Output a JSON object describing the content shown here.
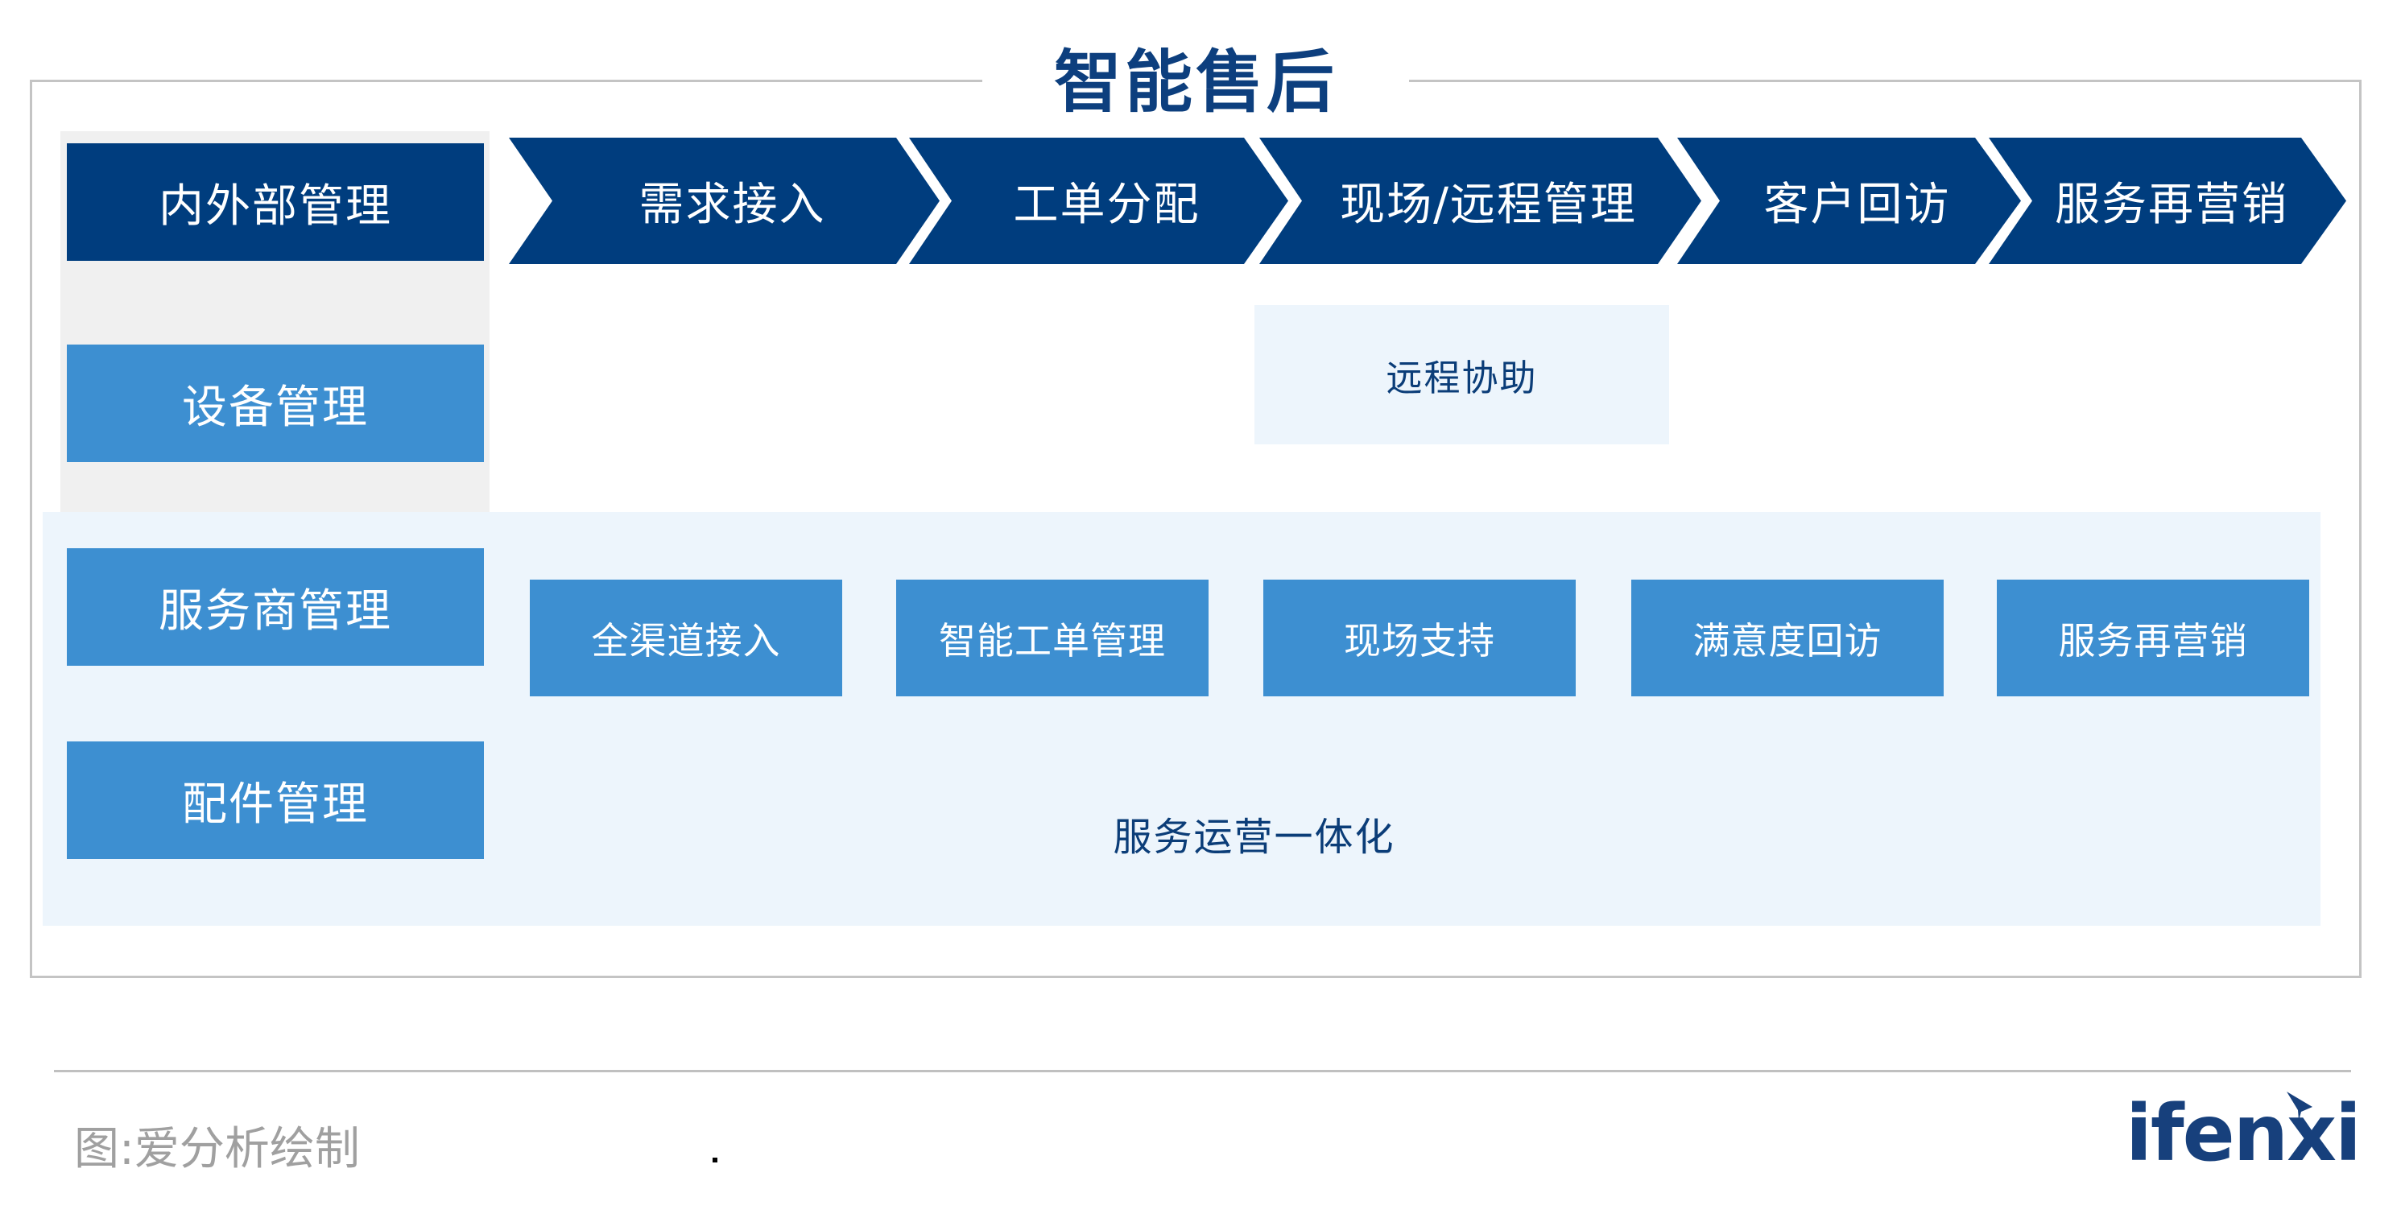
{
  "title": "智能售后",
  "left_column": [
    {
      "label": "内外部管理",
      "style": "dark"
    },
    {
      "label": "设备管理",
      "style": "mid"
    },
    {
      "label": "服务商管理",
      "style": "mid"
    },
    {
      "label": "配件管理",
      "style": "mid"
    }
  ],
  "process_steps": [
    {
      "label": "需求接入"
    },
    {
      "label": "工单分配"
    },
    {
      "label": "现场/远程管理"
    },
    {
      "label": "客户回访"
    },
    {
      "label": "服务再营销"
    }
  ],
  "remote_assist": "远程协助",
  "sub_modules": [
    {
      "label": "全渠道接入"
    },
    {
      "label": "智能工单管理"
    },
    {
      "label": "现场支持"
    },
    {
      "label": "满意度回访"
    },
    {
      "label": "服务再营销"
    }
  ],
  "bottom_label": "服务运营一体化",
  "footer": {
    "source": "图:爱分析绘制",
    "logo": "ifenxi"
  },
  "colors": {
    "dark_blue": "#003d7e",
    "mid_blue": "#3d8fd1",
    "light_panel": "#edf5fc",
    "gray_panel": "#f0f0f0",
    "text_dark": "#0b3d78"
  }
}
